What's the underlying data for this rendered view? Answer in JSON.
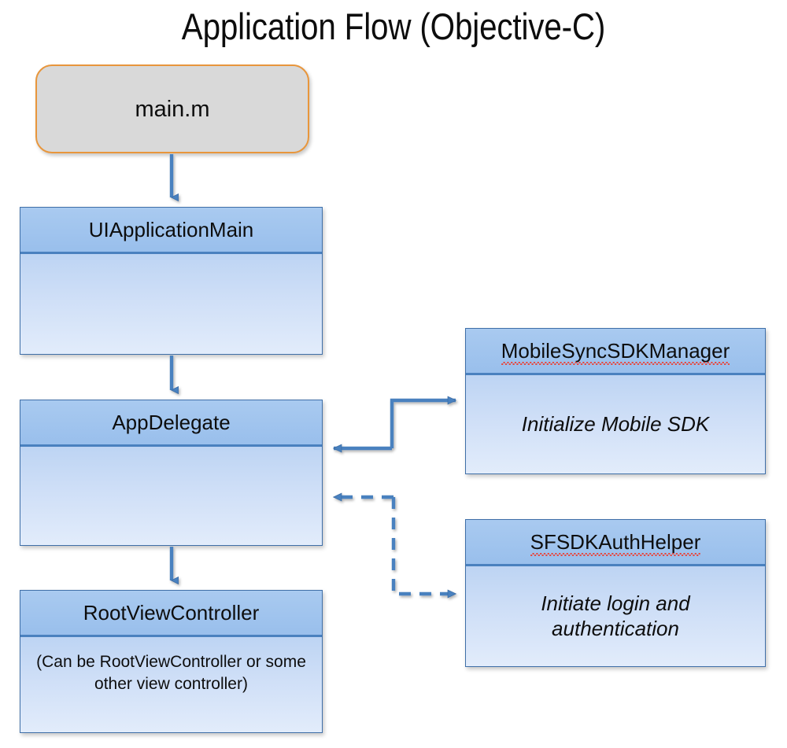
{
  "title": "Application Flow (Objective-C)",
  "colors": {
    "background": "#ffffff",
    "title_text": "#0d0d0d",
    "start_node_fill": "#d9d9d9",
    "start_node_border": "#e8963c",
    "node_header_fill": "#9fc4ee",
    "node_body_fill_top": "#bdd4f3",
    "node_body_fill_bottom": "#e2ecfb",
    "node_border": "#3f6fa8",
    "connector": "#4a81bf"
  },
  "nodes": {
    "mainm": {
      "label": "main.m",
      "shape": "rounded-rectangle",
      "style": "grey-orange"
    },
    "uiapplicationmain": {
      "header": "UIApplicationMain",
      "body": "",
      "misspelled": false
    },
    "appdelegate": {
      "header": "AppDelegate",
      "body": "",
      "misspelled": false
    },
    "rootviewcontroller": {
      "header": "RootViewController",
      "body": "(Can be RootViewController or some other view controller)",
      "misspelled": false
    },
    "mobilesyncsdkmanager": {
      "header": "MobileSyncSDKManager",
      "body": "Initialize Mobile SDK",
      "misspelled": true
    },
    "sfsdkauthhelper": {
      "header": "SFSDKAuthHelper",
      "body": "Initiate login and authentication",
      "misspelled": true
    }
  },
  "connectors": [
    {
      "name": "mainm-to-uiapplicationmain",
      "from": "main.m",
      "to": "UIApplicationMain",
      "style": "solid",
      "direction": "down"
    },
    {
      "name": "uiapplicationmain-to-appdelegate",
      "from": "UIApplicationMain",
      "to": "AppDelegate",
      "style": "solid",
      "direction": "down"
    },
    {
      "name": "appdelegate-to-rootviewcontroller",
      "from": "AppDelegate",
      "to": "RootViewController",
      "style": "solid",
      "direction": "down"
    },
    {
      "name": "appdelegate-mobilesyncsdkmanager",
      "from": "AppDelegate",
      "to": "MobileSyncSDKManager",
      "style": "solid",
      "direction": "bidirectional-step"
    },
    {
      "name": "appdelegate-sfsdkauthhelper",
      "from": "AppDelegate",
      "to": "SFSDKAuthHelper",
      "style": "dashed",
      "direction": "bidirectional-step"
    }
  ]
}
